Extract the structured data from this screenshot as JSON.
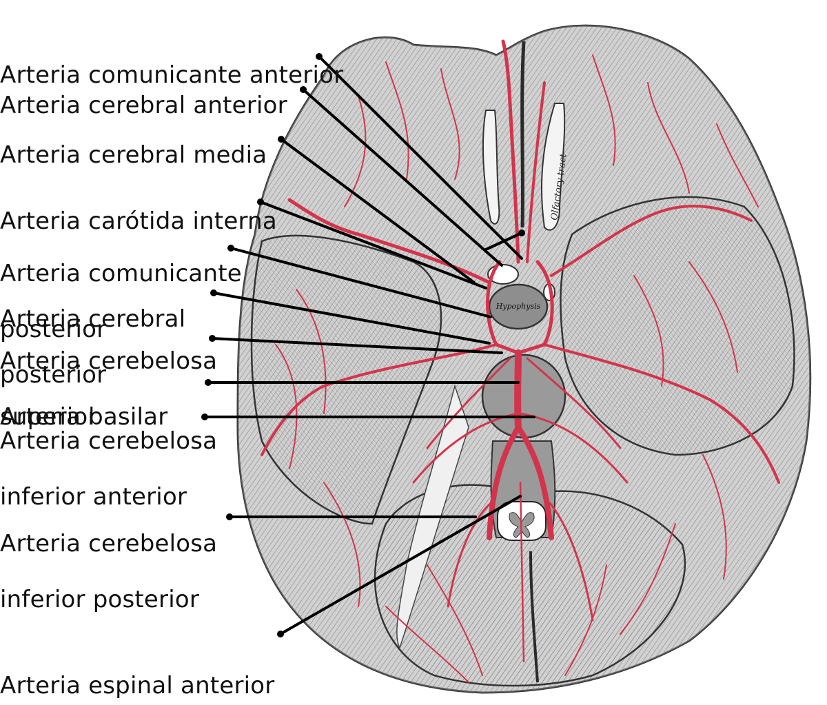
{
  "figure": {
    "background_color": "#ffffff",
    "tissue_color": "#9a9a9a",
    "tissue_dark_color": "#5a5a5a",
    "vessel_color": "#d4344b",
    "leader_color": "#000000",
    "label_color": "#111111"
  },
  "labels": [
    {
      "id": "comunicante-anterior",
      "lines": [
        "Arteria comunicante anterior"
      ]
    },
    {
      "id": "cerebral-anterior",
      "lines": [
        "Arteria cerebral anterior"
      ]
    },
    {
      "id": "cerebral-media",
      "lines": [
        "Arteria cerebral media"
      ]
    },
    {
      "id": "carotida-interna",
      "lines": [
        "Arteria carótida interna"
      ]
    },
    {
      "id": "comunicante-posterior",
      "lines": [
        "Arteria comunicante",
        "posterior"
      ]
    },
    {
      "id": "cerebral-posterior",
      "lines": [
        "Arteria cerebral",
        "posterior"
      ]
    },
    {
      "id": "cerebelosa-superior",
      "lines": [
        "Arteria cerebelosa",
        "superior"
      ]
    },
    {
      "id": "basilar",
      "lines": [
        "Arteria basilar"
      ]
    },
    {
      "id": "cerebelosa-inferior-anterior",
      "lines": [
        "Arteria cerebelosa",
        "inferior anterior"
      ]
    },
    {
      "id": "cerebelosa-inferior-posterior",
      "lines": [
        "Arteria cerebelosa",
        "inferior posterior"
      ]
    },
    {
      "id": "espinal-anterior",
      "lines": [
        "Arteria espinal anterior"
      ]
    }
  ],
  "engraved_text": {
    "olfactory": "Olfactory tract",
    "hypophysis": "Hypophysis"
  }
}
